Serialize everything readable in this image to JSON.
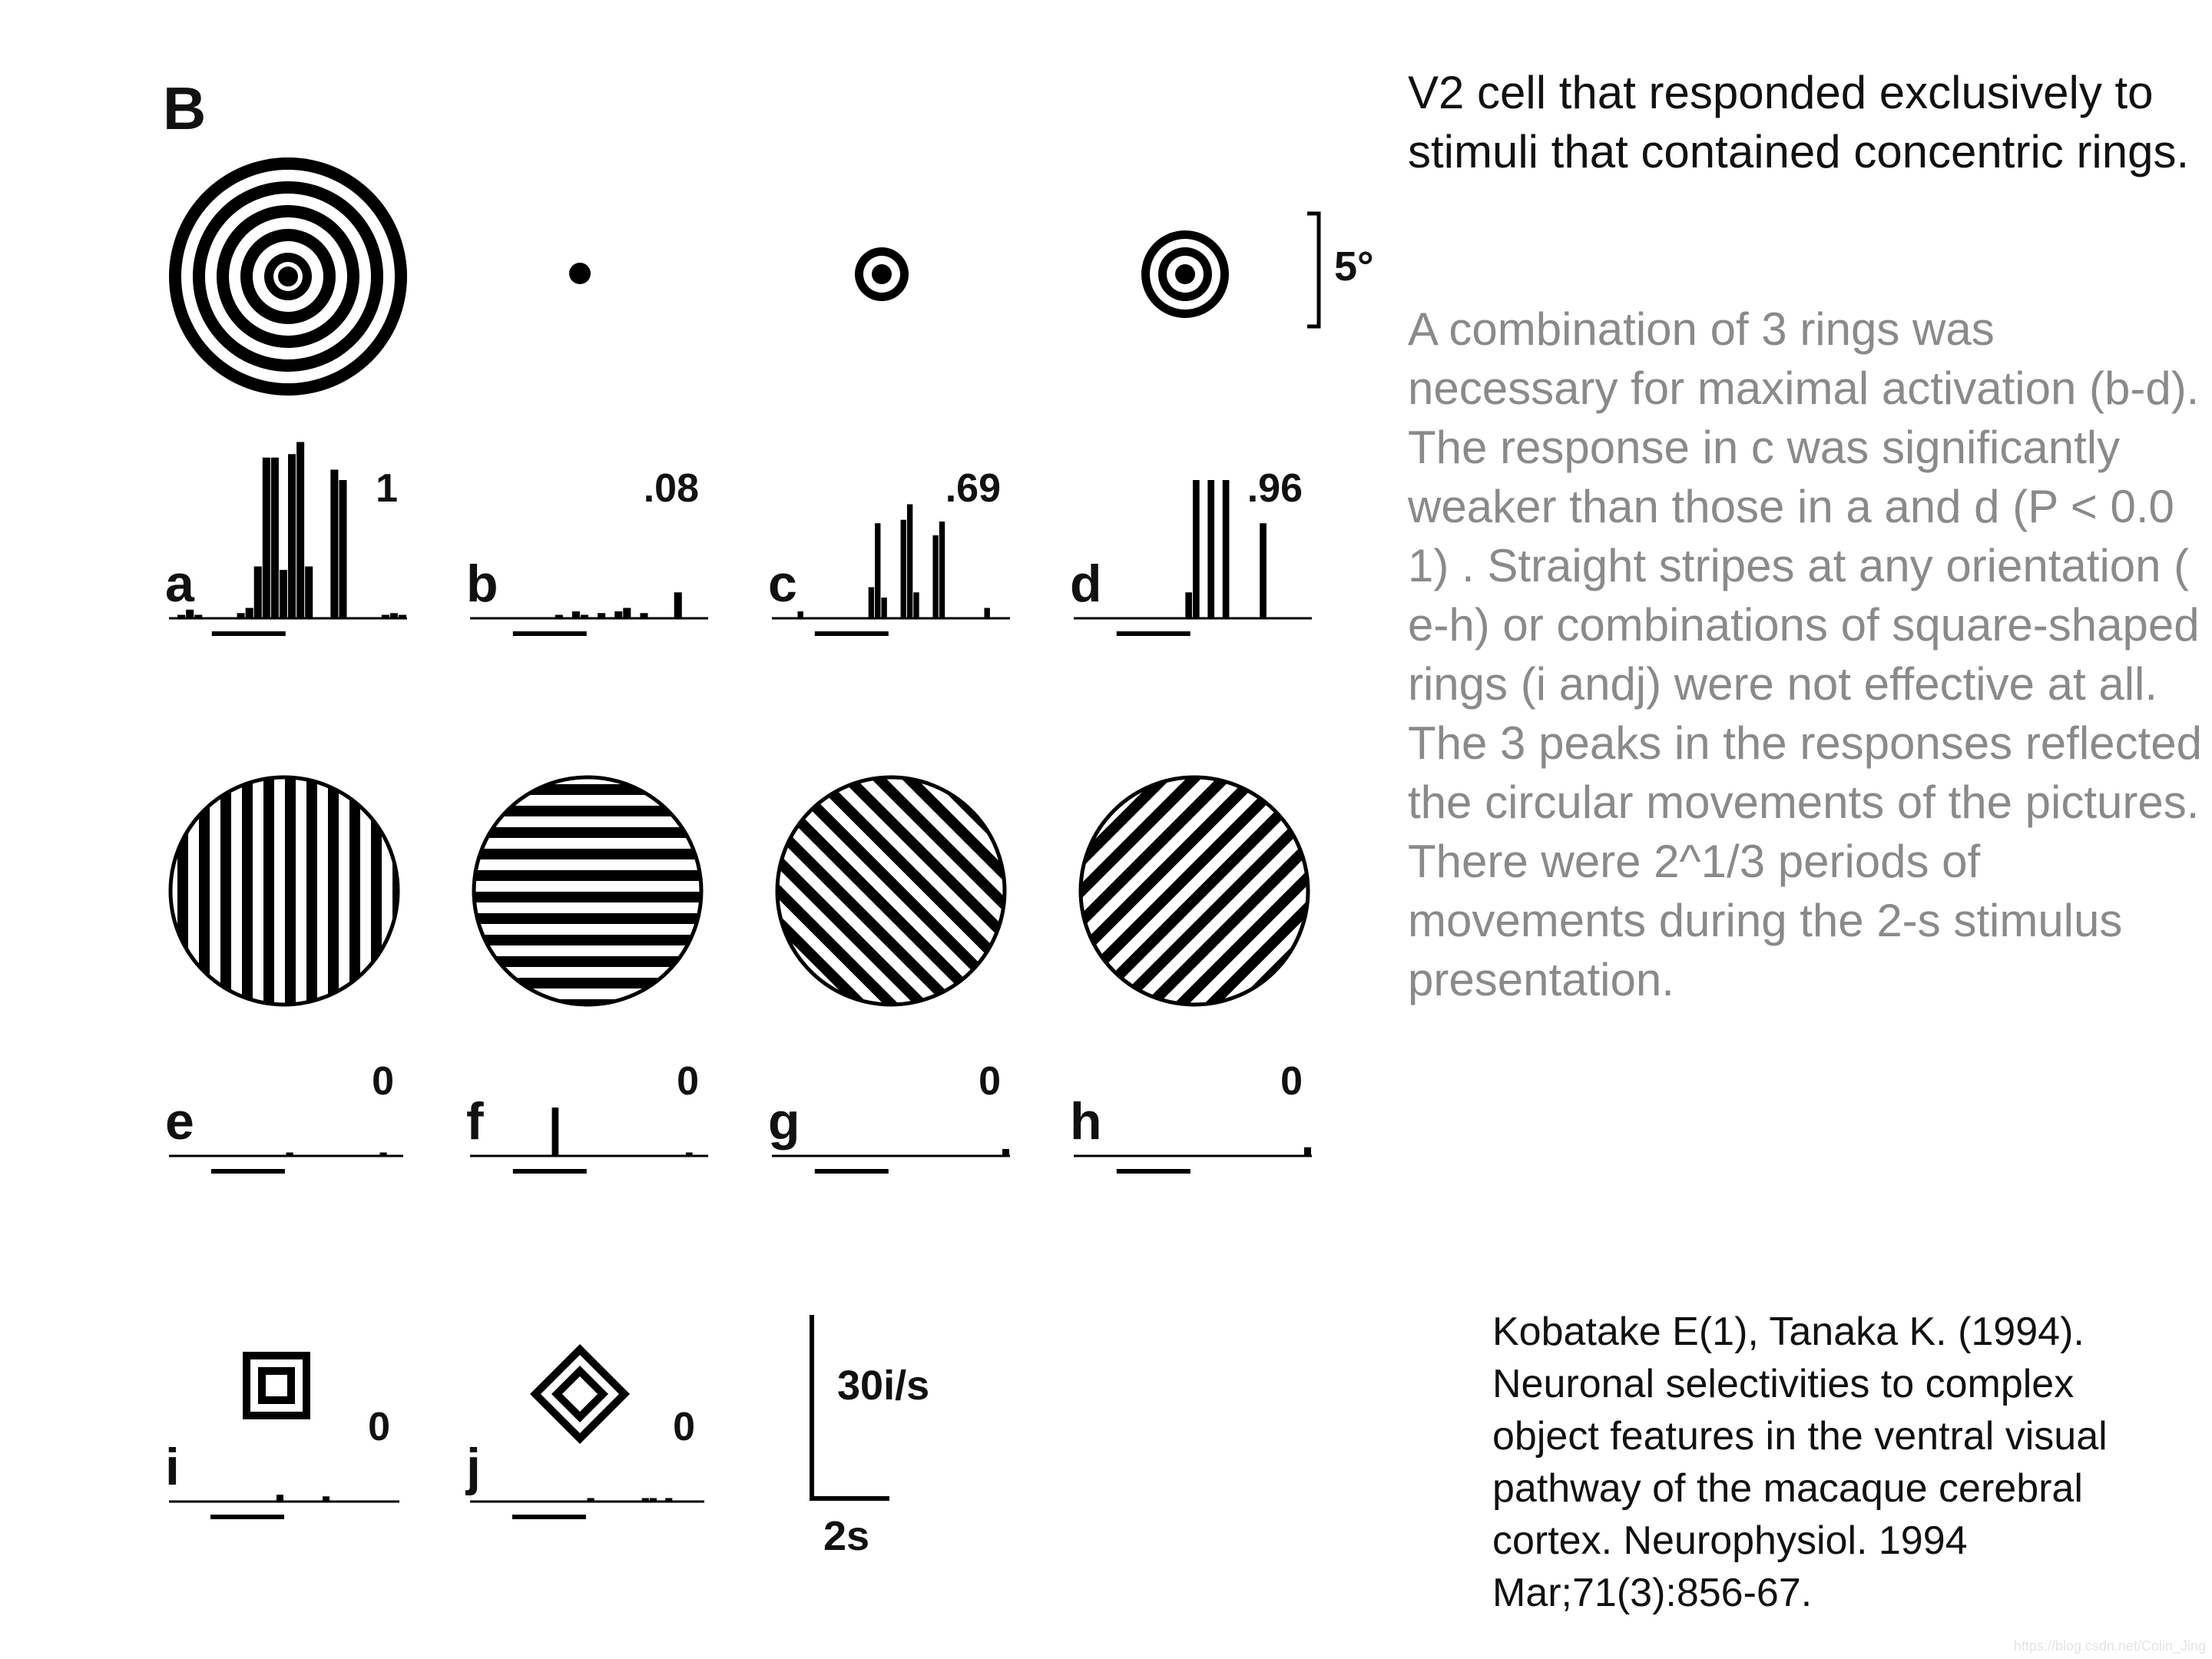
{
  "figure": {
    "panel_label": "B",
    "scale_label": "5°",
    "rate_scale_label": "30i/s",
    "time_scale_label": "2s",
    "histograms": [
      {
        "letter": "a",
        "value": "1",
        "bars": [
          0,
          2,
          5,
          2,
          0,
          0,
          0,
          0,
          3,
          6,
          30,
          93,
          93,
          28,
          95,
          102,
          30,
          0,
          0,
          86,
          80,
          0,
          0,
          0,
          0,
          2,
          3,
          2
        ]
      },
      {
        "letter": "b",
        "value": ".08",
        "bars": [
          0,
          0,
          0,
          0,
          0,
          0,
          0,
          0,
          0,
          0,
          2,
          0,
          4,
          2,
          0,
          3,
          0,
          4,
          6,
          0,
          3,
          0,
          0,
          0,
          15,
          0,
          0,
          0
        ]
      },
      {
        "letter": "c",
        "value": ".69",
        "bars": [
          0,
          0,
          0,
          0,
          4,
          0,
          0,
          0,
          0,
          0,
          0,
          0,
          0,
          0,
          0,
          18,
          55,
          12,
          0,
          0,
          57,
          66,
          15,
          0,
          0,
          48,
          56,
          0,
          0,
          0,
          0,
          0,
          0,
          6,
          0,
          0,
          0
        ]
      },
      {
        "letter": "d",
        "value": ".96",
        "bars": [
          0,
          0,
          0,
          0,
          0,
          0,
          0,
          0,
          0,
          0,
          0,
          0,
          0,
          0,
          0,
          15,
          80,
          0,
          80,
          0,
          80,
          0,
          0,
          0,
          0,
          55,
          0,
          0,
          0,
          0,
          0,
          0
        ]
      },
      {
        "letter": "e",
        "value": "0",
        "bars": [
          0,
          0,
          0,
          0,
          0,
          0,
          0,
          0,
          0,
          0,
          0,
          0,
          0,
          0,
          0,
          2,
          0,
          0,
          0,
          0,
          0,
          0,
          0,
          0,
          0,
          0,
          0,
          2,
          0,
          0
        ]
      },
      {
        "letter": "f",
        "value": "0",
        "bars": [
          0,
          0,
          0,
          0,
          0,
          0,
          0,
          0,
          0,
          0,
          0,
          28,
          0,
          0,
          0,
          0,
          0,
          0,
          0,
          0,
          0,
          0,
          0,
          0,
          0,
          0,
          0,
          0,
          0,
          2,
          0,
          0
        ]
      },
      {
        "letter": "g",
        "value": "0",
        "bars": [
          0,
          0,
          0,
          0,
          0,
          0,
          0,
          0,
          0,
          0,
          0,
          0,
          0,
          0,
          0,
          0,
          0,
          0,
          0,
          0,
          0,
          0,
          0,
          0,
          0,
          0,
          0,
          0,
          0,
          0,
          4
        ]
      },
      {
        "letter": "h",
        "value": "0",
        "bars": [
          0,
          0,
          0,
          0,
          0,
          0,
          0,
          0,
          0,
          0,
          0,
          0,
          0,
          0,
          0,
          0,
          0,
          0,
          0,
          0,
          0,
          0,
          0,
          0,
          0,
          0,
          0,
          0,
          0,
          0,
          5
        ]
      },
      {
        "letter": "i",
        "value": "0",
        "bars": [
          0,
          0,
          0,
          0,
          0,
          0,
          0,
          0,
          0,
          0,
          0,
          0,
          0,
          0,
          4,
          0,
          0,
          0,
          0,
          0,
          3,
          0,
          0,
          0,
          0,
          0,
          0,
          0,
          0,
          0
        ]
      },
      {
        "letter": "j",
        "value": "0",
        "bars": [
          0,
          0,
          0,
          0,
          0,
          0,
          0,
          0,
          0,
          0,
          0,
          0,
          0,
          0,
          0,
          2,
          0,
          0,
          0,
          0,
          0,
          0,
          2,
          2,
          0,
          2,
          0,
          0,
          0,
          0
        ]
      }
    ]
  },
  "text": {
    "heading": "V2 cell that responded exclusively to stimuli that contained concentric rings.",
    "description": "A combination of 3 rings was necessary for maximal activation (b-d). The response in c was significantly weaker than those in a and d (P < 0.0 1) . Straight stripes at any orientation ( e-h) or combinations of square-shaped rings (i andj) were not effective at all. The 3 peaks in the responses reflected the circular movements of the pictures. There were 2^1/3 periods of movements during the 2-s stimulus presentation.",
    "citation": "Kobatake E(1), Tanaka K. (1994). Neuronal selectivities to complex object features in the ventral visual pathway of the macaque cerebral cortex. Neurophysiol. 1994 Mar;71(3):856-67.",
    "watermark": "https://blog.csdn.net/Colin_Jing"
  }
}
